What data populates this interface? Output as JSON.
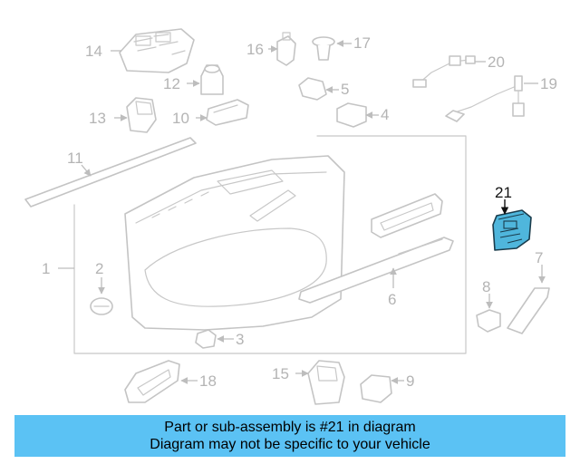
{
  "diagram": {
    "callouts": [
      "1",
      "2",
      "3",
      "4",
      "5",
      "6",
      "7",
      "8",
      "9",
      "10",
      "11",
      "12",
      "13",
      "14",
      "15",
      "16",
      "17",
      "18",
      "19",
      "20",
      "21"
    ],
    "highlighted_callout": "21",
    "highlight_color": "#4fb6dc"
  },
  "banner": {
    "line1": "Part or sub-assembly is #21 in diagram",
    "line2": "Diagram may not be specific to your vehicle",
    "background": "#5bc2f4"
  }
}
